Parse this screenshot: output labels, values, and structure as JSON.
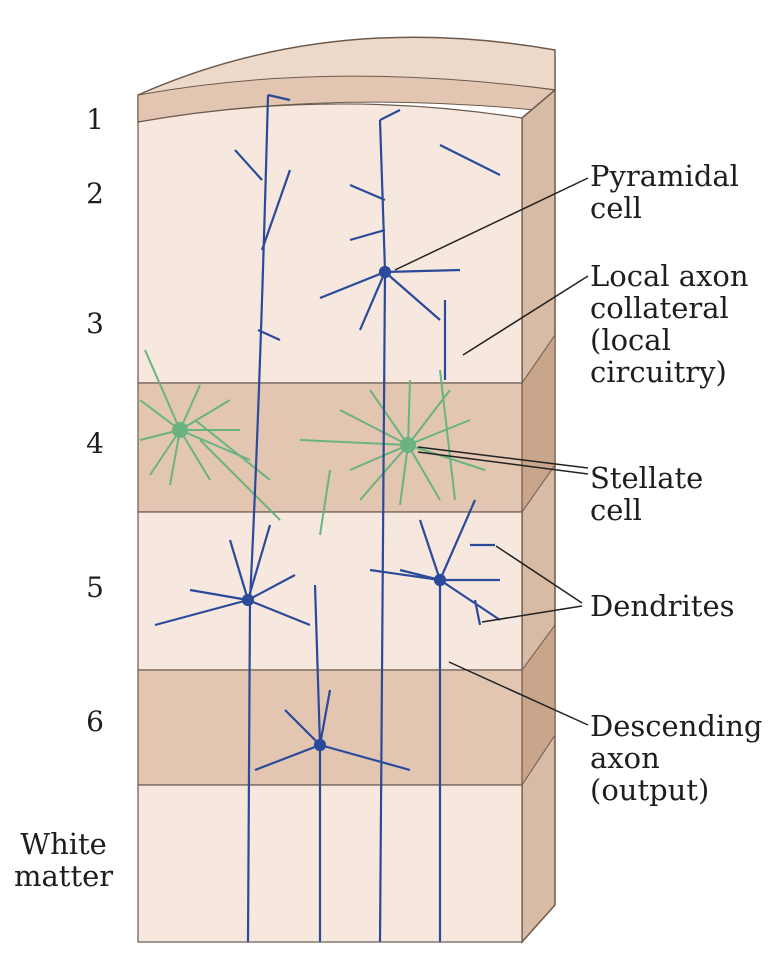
{
  "layers": [
    {
      "id": "1",
      "label": "1"
    },
    {
      "id": "2",
      "label": "2"
    },
    {
      "id": "3",
      "label": "3"
    },
    {
      "id": "4",
      "label": "4"
    },
    {
      "id": "5",
      "label": "5"
    },
    {
      "id": "6",
      "label": "6"
    },
    {
      "id": "white-matter",
      "label": "White\nmatter"
    }
  ],
  "annotations": {
    "pyramidal_cell": "Pyramidal\ncell",
    "local_axon_collateral": "Local axon\ncollateral\n(local\ncircuitry)",
    "stellate_cell": "Stellate\ncell",
    "dendrites": "Dendrites",
    "descending_axon": "Descending\naxon\n(output)"
  },
  "colors": {
    "neuron_blue": "#2b4a9a",
    "stellate_green": "#6ab37f",
    "band_light": "#f6e8de",
    "band_dark": "#e2c6b2",
    "side_face": "#d8bba5",
    "top_face": "#edd9c9",
    "outline": "#6b5a4e"
  }
}
